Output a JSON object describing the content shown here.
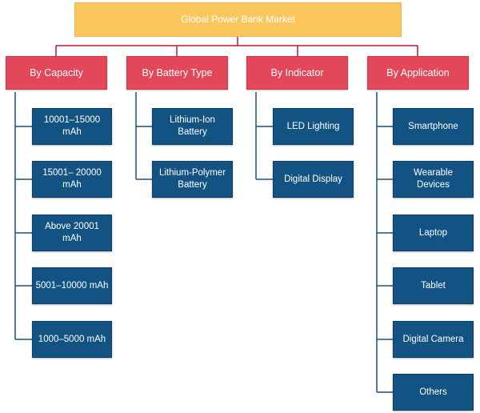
{
  "root": {
    "label": "Global Power Bank Market"
  },
  "categories": [
    {
      "label": "By Capacity",
      "items": [
        "10001–15000 mAh",
        "15001– 20000 mAh",
        "Above 20001 mAh",
        "5001–10000 mAh",
        "1000–5000 mAh"
      ]
    },
    {
      "label": "By Battery Type",
      "items": [
        "Lithium-Ion Battery",
        "Lithium-Polymer Battery"
      ]
    },
    {
      "label": "By Indicator",
      "items": [
        "LED Lighting",
        "Digital Display"
      ]
    },
    {
      "label": "By Application",
      "items": [
        "Smartphone",
        "Wearable Devices",
        "Laptop",
        "Tablet",
        "Digital Camera",
        "Others"
      ]
    }
  ],
  "colors": {
    "root_fill": "#fbc75d",
    "category_fill": "#e2475a",
    "leaf_fill": "#125383",
    "connector": "#c0192e"
  }
}
